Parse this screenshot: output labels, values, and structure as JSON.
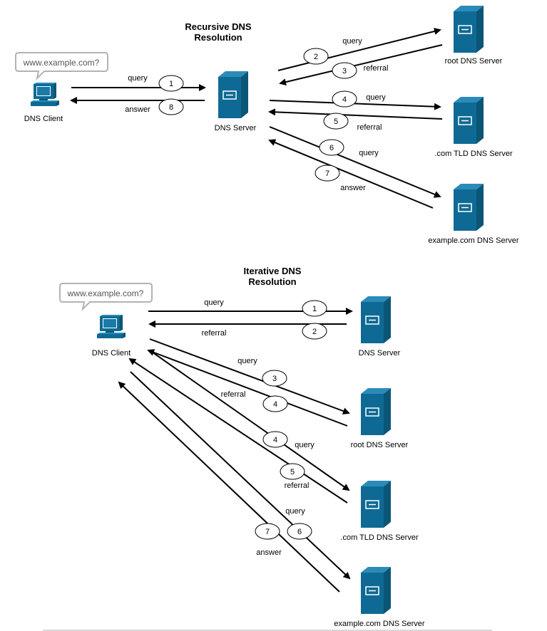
{
  "recursive": {
    "title_line1": "Recursive DNS",
    "title_line2": "Resolution",
    "bubble": "www.example.com?",
    "client_label": "DNS Client",
    "server_label": "DNS Server",
    "root_label": "root DNS Server",
    "tld_label": ".com TLD DNS Server",
    "auth_label": "example.com DNS Server",
    "steps": [
      {
        "num": "1",
        "text": "query"
      },
      {
        "num": "8",
        "text": "answer"
      },
      {
        "num": "2",
        "text": "query"
      },
      {
        "num": "3",
        "text": "referral"
      },
      {
        "num": "4",
        "text": "query"
      },
      {
        "num": "5",
        "text": "referral"
      },
      {
        "num": "6",
        "text": "query"
      },
      {
        "num": "7",
        "text": "answer"
      }
    ]
  },
  "iterative": {
    "title_line1": "Iterative DNS",
    "title_line2": "Resolution",
    "bubble": "www.example.com?",
    "client_label": "DNS Client",
    "server_label": "DNS Server",
    "root_label": "root DNS Server",
    "tld_label": ".com TLD DNS Server",
    "auth_label": "example.com DNS Server",
    "steps": [
      {
        "num": "1",
        "text": "query"
      },
      {
        "num": "2",
        "text": "referral"
      },
      {
        "num": "3",
        "text": "query"
      },
      {
        "num": "4",
        "text": "referral"
      },
      {
        "num": "4",
        "text": "query"
      },
      {
        "num": "5",
        "text": "referral"
      },
      {
        "num": "6",
        "text": "query"
      },
      {
        "num": "7",
        "text": "answer"
      }
    ]
  },
  "colors": {
    "server_front": "#0e6a94",
    "server_side": "#0b5577",
    "server_top": "#2b8bb8",
    "arrow": "#000000",
    "bubble_border": "#b3b3b3"
  }
}
